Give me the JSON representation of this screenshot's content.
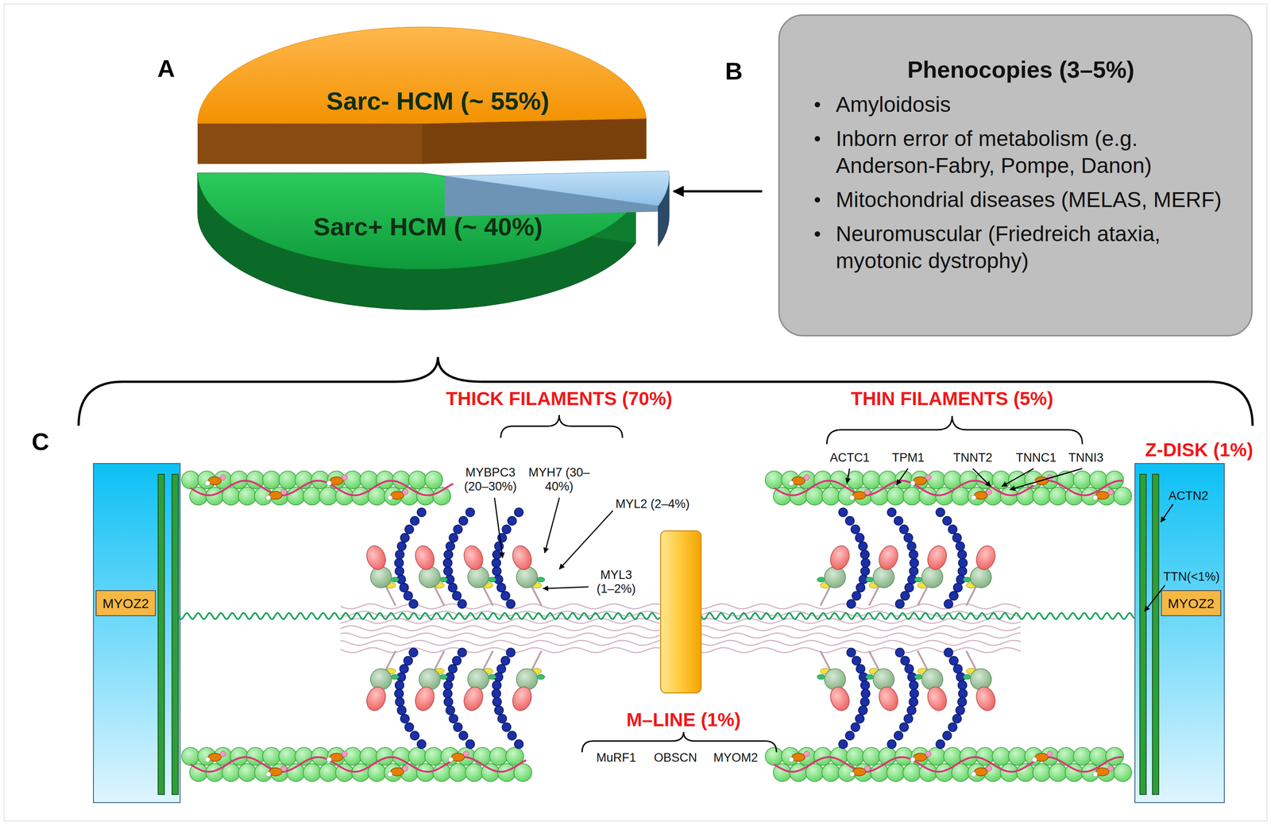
{
  "diagram": {
    "nodes": [
      {
        "text": [
          "Sarc- HCM (~ 55%)"
        ]
      },
      {
        "text": [
          "Sarc+ HCM (~ 40%)"
        ]
      },
      {
        "text": [
          "Phenocopies (3–5%)",
          "Amyloidosis",
          "Inborn error of metabolism (e.g. Anderson-Fabry, Pompe, Danon)",
          "Mitochondrial diseases (MELAS, MERF)",
          "Neuromuscular (Friedreich ataxia, myotonic dystrophy)"
        ]
      },
      {
        "text": [
          "MYOZ2"
        ]
      },
      {
        "text": [
          "MYOZ2"
        ]
      }
    ],
    "labels": [
      "A",
      "B",
      "C",
      "THICK FILAMENTS (70%)",
      "THIN FILAMENTS (5%)",
      "MYBPC3 (20–30%)",
      "MYH7 (30–40%)",
      "ACTC1",
      "TPM1",
      "TNNT2",
      "TNNC1",
      "TNNI3",
      "Z-DISK (1%)",
      "MYL2 (2–4%)",
      "ACTN2",
      "MYL3 (1–2%)",
      "TTN(<1%)",
      "M–LINE (1%)",
      "MuRF1",
      "OBSCN",
      "MYOM2"
    ]
  }
}
